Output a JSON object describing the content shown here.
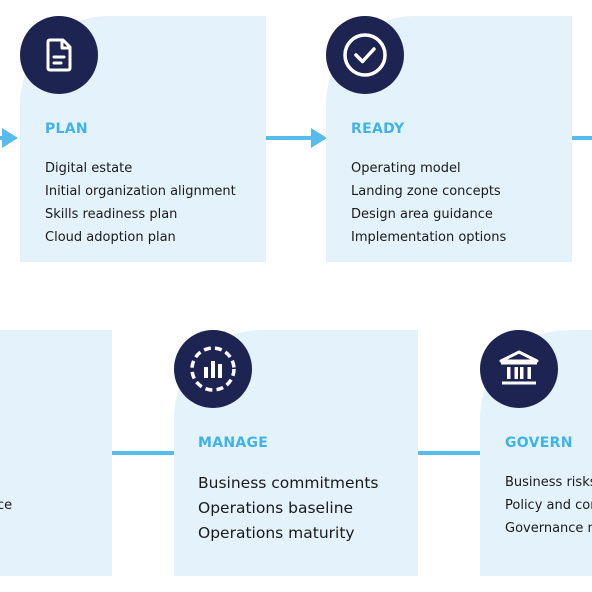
{
  "phases": [
    {
      "id": "plan",
      "title": "PLAN",
      "icon": "document-icon",
      "items": [
        "Digital estate",
        "Initial organization alignment",
        "Skills readiness plan",
        "Cloud adoption plan"
      ]
    },
    {
      "id": "ready",
      "title": "READY",
      "icon": "checkmark-circle-icon",
      "items": [
        "Operating model",
        "Landing zone concepts",
        "Design area guidance",
        "Implementation options"
      ]
    },
    {
      "id": "previous",
      "title": "",
      "icon": "",
      "items": [
        "ce"
      ]
    },
    {
      "id": "manage",
      "title": "MANAGE",
      "icon": "bar-chart-dashed-circle-icon",
      "items": [
        "Business commitments",
        "Operations baseline",
        "Operations maturity"
      ]
    },
    {
      "id": "govern",
      "title": "GOVERN",
      "icon": "institution-building-icon",
      "items": [
        "Business risks",
        "Policy and cor",
        "Governance m"
      ]
    }
  ],
  "colors": {
    "card_bg": "#e4f3fb",
    "badge_bg": "#1e2451",
    "accent": "#3fb3e8",
    "connector": "#56bcec",
    "text": "#1a1a1a"
  }
}
